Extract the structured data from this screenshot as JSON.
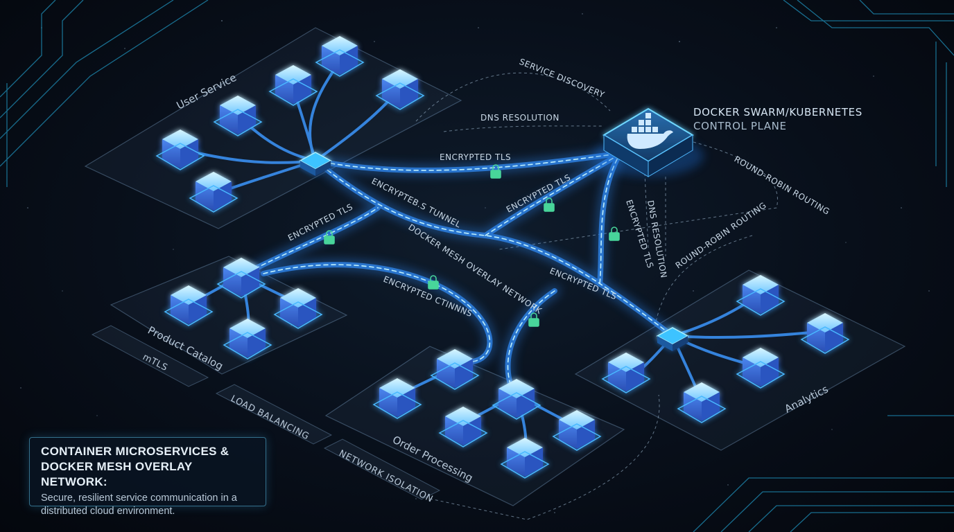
{
  "control_plane": {
    "title_line1": "DOCKER SWARM/KUBERNETES",
    "title_line2": "CONTROL PLANE"
  },
  "zones": {
    "user_service": "User Service",
    "product_catalog": "Product Catalog",
    "order_processing": "Order Processing",
    "analytics": "Analytics"
  },
  "link_labels": {
    "service_discovery": "SERVICE DISCOVERY",
    "dns_resolution": "DNS RESOLUTION",
    "encrypted_tls_top": "ENCRYPTED TLS",
    "encrypted_tunnel": "ENCRYPTEB.S TUNNEL",
    "encrypted_tls_mid": "ENCRYPTED TLS",
    "encrypted_tls_left": "ENCRYPTED TLS",
    "docker_mesh": "DOCKER MESH OVERLAY NETWORK",
    "encrypted_tls_vertical": "ENCRYPTED TLS",
    "dns_resolution_vertical": "DNS RESOLUTION",
    "round_robin_1": "ROUND-ROBIN ROUTING",
    "round_robin_2": "ROUND-ROBIN ROUTING",
    "encrypted_channels": "ENCRYPTED CTINNNS",
    "encrypted_tls_right": "ENCRYPTED TLS"
  },
  "tags": {
    "mtls": "mTLS",
    "load_balancing": "LOAD BALANCING",
    "network_isolation": "NETWORK ISOLATION"
  },
  "info": {
    "title_line1": "CONTAINER MICROSERVICES &",
    "title_line2": "DOCKER MESH OVERLAY NETWORK:",
    "subtitle_line1": "Secure, resilient service communication in a",
    "subtitle_line2": "distributed cloud environment."
  },
  "colors": {
    "accent": "#3fa9ff",
    "glow": "#5fd6ff",
    "container_top": "#9fe2ff",
    "container_side": "#3b6fd8",
    "background": "#080f1a"
  }
}
